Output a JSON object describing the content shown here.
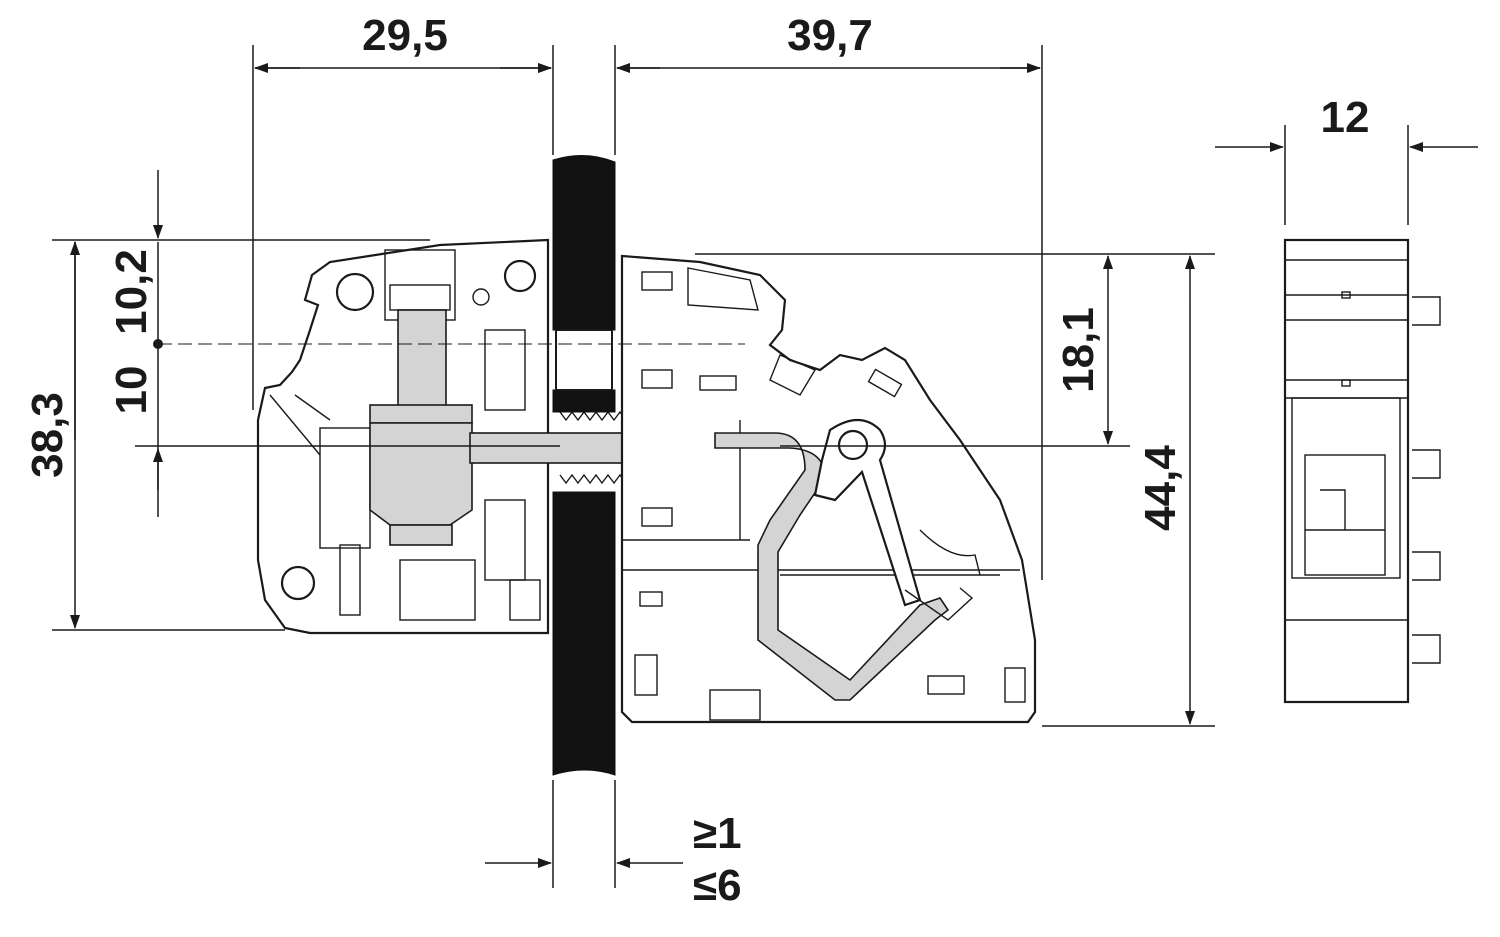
{
  "drawing": {
    "dimensions": {
      "top_left_width": "29,5",
      "top_right_width": "39,7",
      "side_view_width": "12",
      "left_total_height": "38,3",
      "left_upper_offset": "10,2",
      "left_lower_offset": "10",
      "right_upper_height": "18,1",
      "right_total_height": "44,4",
      "panel_min": "≥1",
      "panel_max": "≤6"
    },
    "colors": {
      "line": "#1a1a1a",
      "panel": "#111111",
      "conductor_fill": "#d4d4d4",
      "background": "#ffffff"
    }
  }
}
